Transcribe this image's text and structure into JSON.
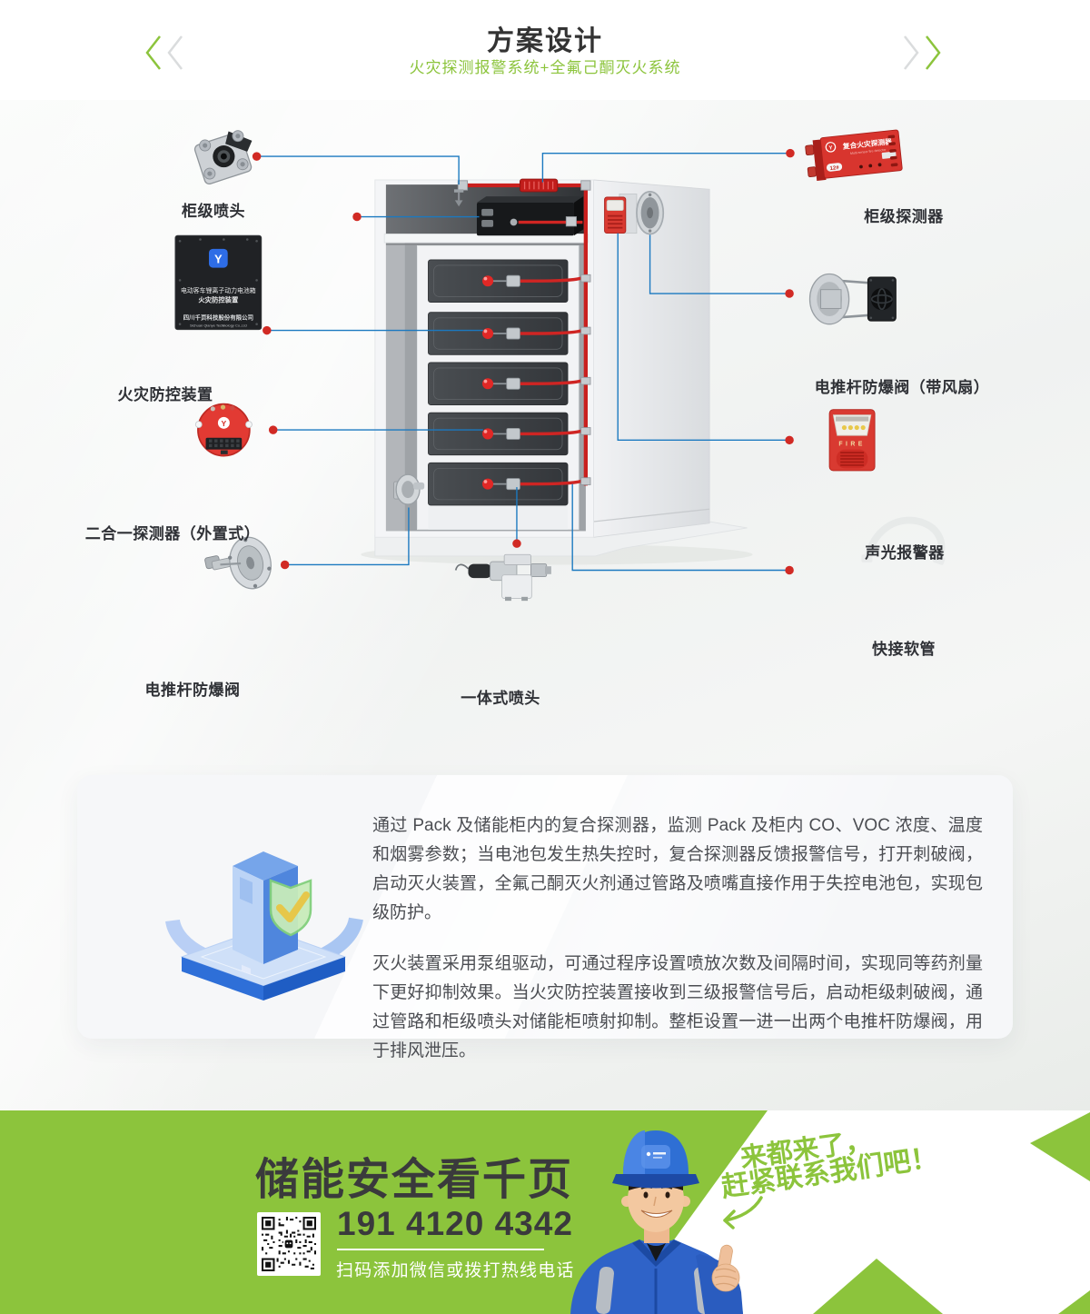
{
  "colors": {
    "accent_green": "#8cc43c",
    "callout_line_blue": "#1b79c0",
    "callout_dot_red": "#d12a24",
    "pipe_red": "#c9201e",
    "dark_text": "#333333",
    "banner_text_dark": "#3a3a3c"
  },
  "header": {
    "title": "方案设计",
    "subtitle": "火灾探测报警系统+全氟己酮灭火系统",
    "icons": {
      "prev": "chevrons-left-icon",
      "next": "chevrons-right-icon"
    }
  },
  "callouts": {
    "left": [
      {
        "label": "柜级喷头"
      },
      {
        "label": "火灾防控装置"
      },
      {
        "label": "二合一探测器（外置式）"
      },
      {
        "label": "电推杆防爆阀"
      }
    ],
    "bottom": [
      {
        "label": "一体式喷头"
      }
    ],
    "right": [
      {
        "label": "柜级探测器"
      },
      {
        "label": "电推杆防爆阀（带风扇）"
      },
      {
        "label": "声光报警器"
      },
      {
        "label": "快接软管"
      }
    ]
  },
  "devices": {
    "control_panel": {
      "logo_letter": "Y",
      "line1": "电动客车锂离子动力电池箱",
      "line2": "火灾防控装置",
      "company_cn": "四川千页科技股份有限公司",
      "company_en": "Sichuan Qianye Technology Co.,Ltd"
    },
    "detector_round": {
      "logo_letter": "Y"
    },
    "cabinet_detector": {
      "logo_letter": "Y",
      "title": "复合火灾探测器",
      "subtitle": "Multi-sensor fire detector",
      "badge": "12#"
    },
    "alarm": {
      "label": "FIRE"
    }
  },
  "description_card": {
    "paragraph1": "通过 Pack 及储能柜内的复合探测器，监测 Pack 及柜内 CO、VOC 浓度、温度和烟雾参数；当电池包发生热失控时，复合探测器反馈报警信号，打开刺破阀，启动灭火装置，全氟己酮灭火剂通过管路及喷嘴直接作用于失控电池包，实现包级防护。",
    "paragraph2": "灭火装置采用泵组驱动，可通过程序设置喷放次数及间隔时间，实现同等药剂量下更好抑制效果。当火灾防控装置接收到三级报警信号后，启动柜级刺破阀，通过管路和柜级喷头对储能柜喷射抑制。整柜设置一进一出两个电推杆防爆阀，用于排风泄压。"
  },
  "banner": {
    "headline": "储能安全看千页",
    "phone": "191 4120 4342",
    "hint": "扫码添加微信或拨打热线电话",
    "speech_line1": "来都来了，",
    "speech_line2": "赶紧联系我们吧！",
    "icons": {
      "qr": "qr-code-icon",
      "worker": "worker-thumbs-up-illustration"
    }
  }
}
